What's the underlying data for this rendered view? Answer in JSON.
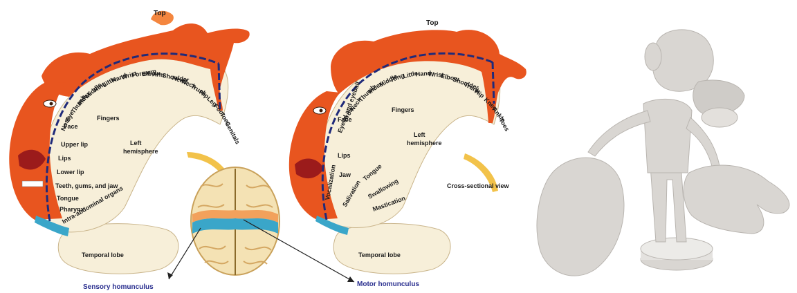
{
  "sensory": {
    "top": "Top",
    "hemisphere": [
      "Left",
      "hemisphere"
    ],
    "temporal": "Temporal lobe",
    "arc_labels": [
      "Genitals",
      "Toes",
      "Foot",
      "Leg",
      "Hip",
      "Trunk",
      "Neck",
      "Head",
      "Shoulder",
      "Arm",
      "Elbow",
      "Forearm",
      "Wrist",
      "Hand",
      "Little",
      "Ring",
      "Middle",
      "Index",
      "Thumb",
      "Eye",
      "Nose"
    ],
    "fingers": "Fingers",
    "side_labels": [
      "Face",
      "Upper lip",
      "Lips",
      "Lower lip",
      "Teeth, gums, and jaw",
      "Tongue",
      "Pharynx",
      "Intra-abdominal organs"
    ],
    "caption": "Sensory homunculus"
  },
  "motor": {
    "top": "Top",
    "hemisphere": [
      "Left",
      "hemisphere"
    ],
    "temporal": "Temporal lobe",
    "cross_section": "Cross-sectional view",
    "arc_labels": [
      "Toes",
      "Ankle",
      "Knee",
      "Hip",
      "Trunk",
      "Shoulder",
      "Elbow",
      "Wrist",
      "Hand",
      "Little",
      "Ring",
      "Middle",
      "Index",
      "Thumb",
      "Neck",
      "Brow",
      "Eyelid and eyeball"
    ],
    "fingers": "Fingers",
    "side_labels": [
      "Face",
      "Lips",
      "Jaw",
      "Tongue",
      "Swallowing",
      "Mastication",
      "Salivation",
      "Vocalization"
    ],
    "caption": "Motor homunculus"
  },
  "colors": {
    "skin": "#e8551f",
    "skin_light": "#f4863f",
    "cortex": "#f7efd9",
    "bar": "#1f2a7a",
    "cyan": "#3aa6c9",
    "yellow": "#f2c24a",
    "statue": "#d9d6d2"
  }
}
